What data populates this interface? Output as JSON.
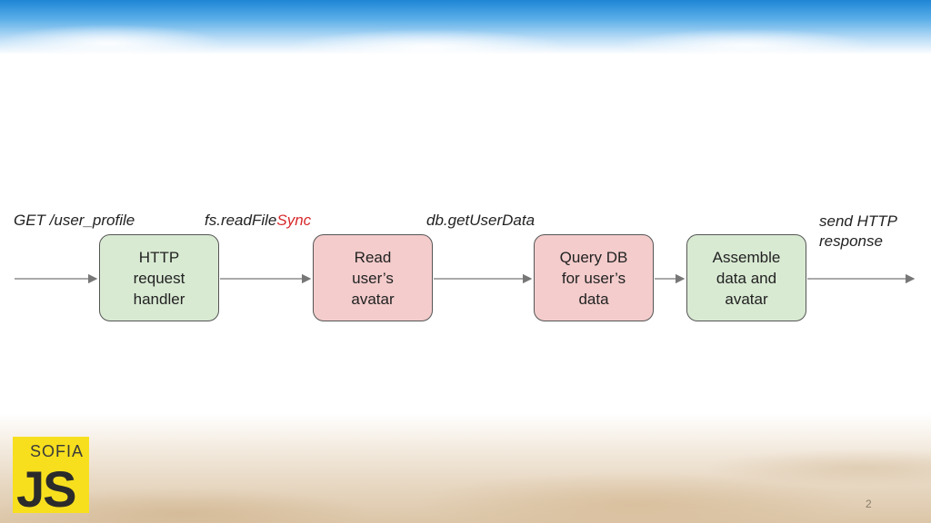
{
  "labels": {
    "request": "GET /user_profile",
    "read_file_prefix": "fs.readFile",
    "read_file_suffix": "Sync",
    "db_call": "db.getUserData",
    "response": "send HTTP response"
  },
  "boxes": [
    {
      "lines": [
        "HTTP",
        "request",
        "handler"
      ],
      "color": "#d9ead3"
    },
    {
      "lines": [
        "Read",
        "user’s",
        "avatar"
      ],
      "color": "#f4cccc"
    },
    {
      "lines": [
        "Query DB",
        "for user’s",
        "data"
      ],
      "color": "#f4cccc"
    },
    {
      "lines": [
        "Assemble",
        "data and",
        "avatar"
      ],
      "color": "#d9ead3"
    }
  ],
  "logo": {
    "top": "SOFIA",
    "bottom": "JS"
  },
  "colors": {
    "accent": "#d8282b",
    "green": "#d9ead3",
    "red": "#f4cccc",
    "logo": "#f7df1e"
  },
  "footer": {
    "page": "2"
  }
}
